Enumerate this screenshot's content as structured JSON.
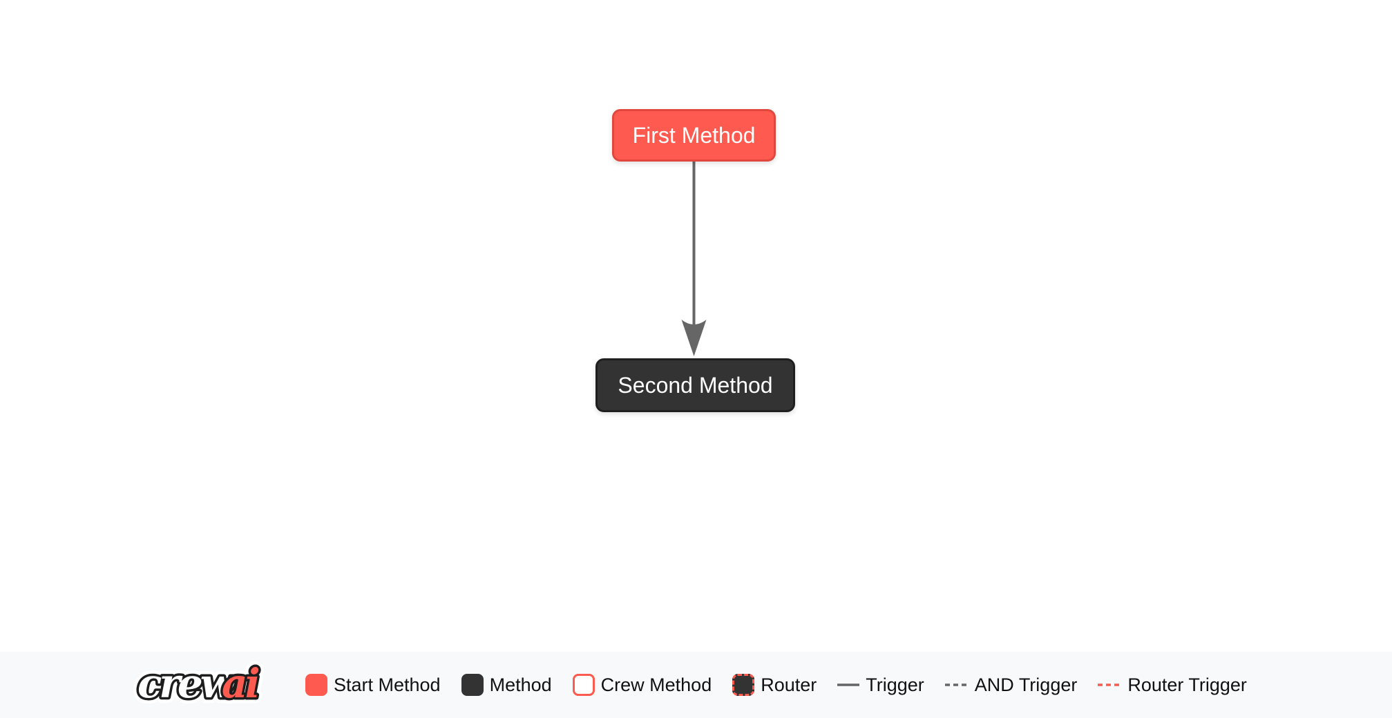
{
  "canvas": {
    "background": "#ffffff",
    "nodes": [
      {
        "label": "First Method",
        "type": "start-method",
        "fill": "#FF5A50",
        "border": "#E2473E",
        "text_color": "#ffffff"
      },
      {
        "label": "Second Method",
        "type": "method",
        "fill": "#333333",
        "border": "#1F1F1F",
        "text_color": "#ffffff"
      }
    ],
    "edges": [
      {
        "from": "First Method",
        "to": "Second Method",
        "type": "trigger",
        "style": "solid",
        "color": "#666666",
        "direction": "down",
        "arrowhead": true
      }
    ]
  },
  "legend": {
    "background": "#f8f9fa",
    "text_color": "#111111",
    "logo": {
      "crew": "crew",
      "ai": "ai",
      "crew_fill": "#ffffff",
      "ai_fill": "#FF5A50",
      "outline_color": "#1d1d1d"
    },
    "items": [
      {
        "label": "Start Method",
        "swatch": "box",
        "fill": "#FF5A50",
        "border_color": "#FF5A50",
        "border_style": "solid"
      },
      {
        "label": "Method",
        "swatch": "box",
        "fill": "#333333",
        "border_color": "#333333",
        "border_style": "solid"
      },
      {
        "label": "Crew Method",
        "swatch": "box",
        "fill": "#ffffff",
        "border_color": "#FF5A50",
        "border_style": "solid"
      },
      {
        "label": "Router",
        "swatch": "box",
        "fill": "#333333",
        "border_color": "#FF5A50",
        "border_style": "dashed"
      },
      {
        "label": "Trigger",
        "swatch": "line",
        "color": "#666666",
        "line_style": "solid"
      },
      {
        "label": "AND Trigger",
        "swatch": "line",
        "color": "#666666",
        "line_style": "dashed"
      },
      {
        "label": "Router Trigger",
        "swatch": "line",
        "color": "#FF5A50",
        "line_style": "dashed"
      }
    ]
  }
}
